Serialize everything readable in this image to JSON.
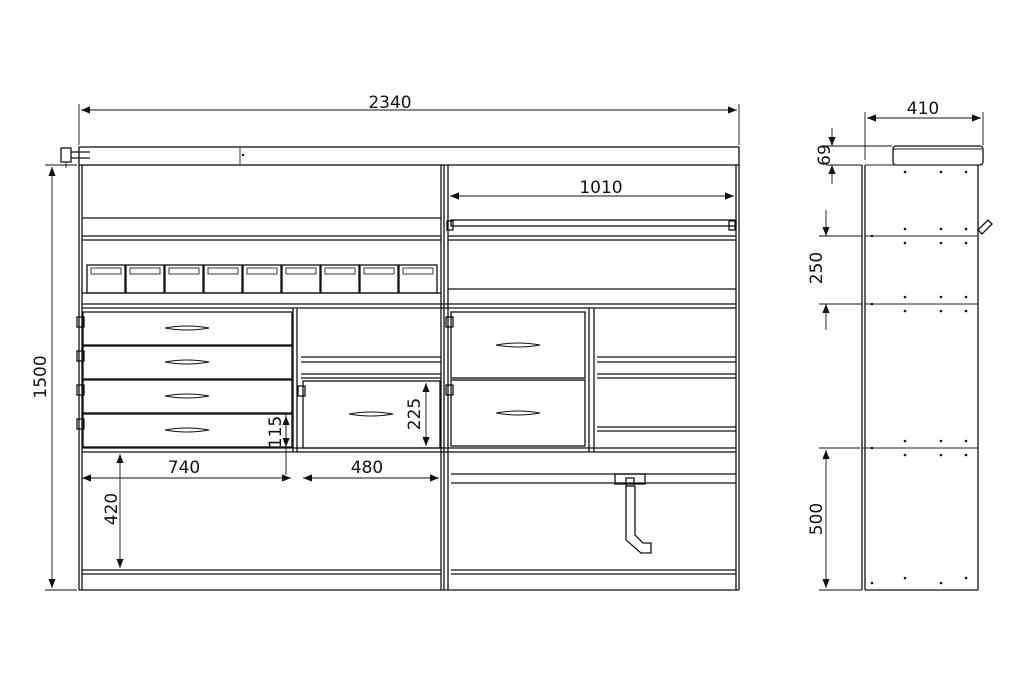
{
  "drawing": {
    "dimensions": {
      "overall_width": "2340",
      "side_depth": "410",
      "top_thickness": "69",
      "overall_height": "1500",
      "shelf_span": "1010",
      "drawer_height_small": "115",
      "drawer_height_large": "225",
      "left_bay_width": "740",
      "mid_bay_width": "480",
      "base_clearance": "420",
      "side_shelf_spacing": "250",
      "side_base_height": "500"
    }
  }
}
